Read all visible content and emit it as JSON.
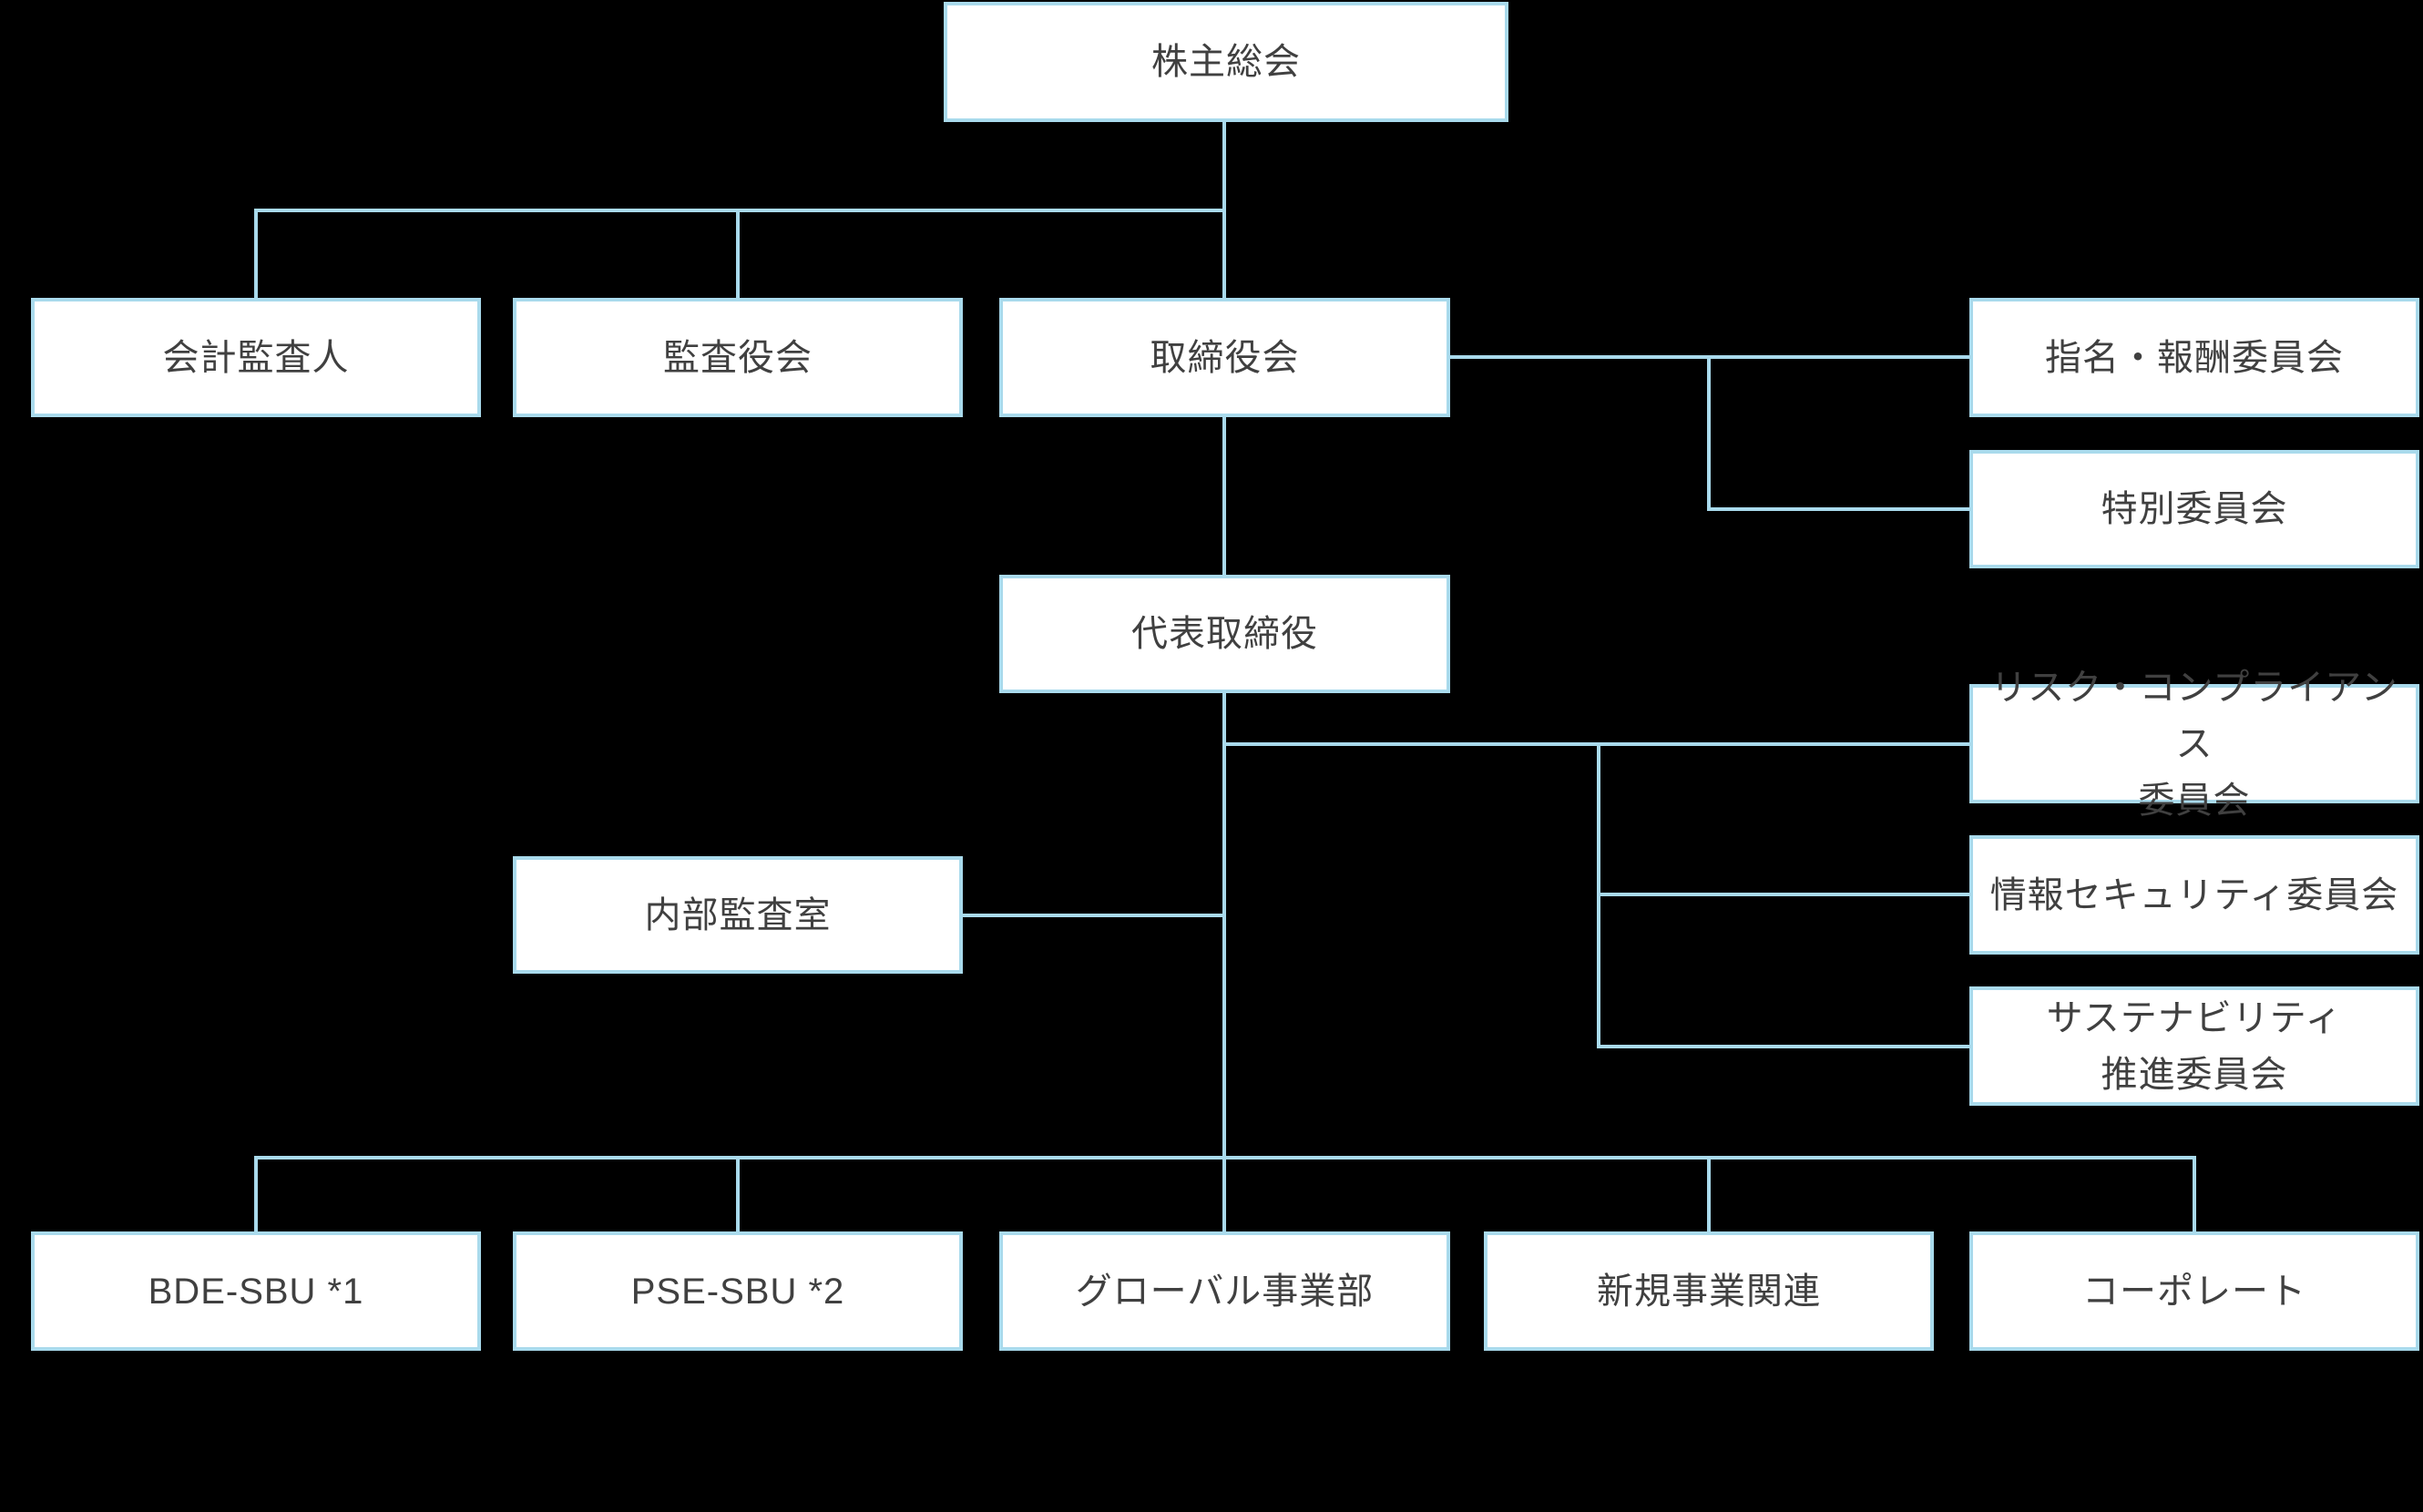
{
  "diagram": {
    "type": "org-chart",
    "colors": {
      "background": "#000000",
      "box_fill": "#ffffff",
      "box_border": "#a9daec",
      "connector_line": "#a9daec",
      "text": "#404040"
    },
    "nodes": {
      "shareholders": {
        "label": "株主総会"
      },
      "accounting_auditor": {
        "label": "会計監査人"
      },
      "audit_board": {
        "label": "監査役会"
      },
      "board_of_directors": {
        "label": "取締役会"
      },
      "nomination_compensation_committee": {
        "label": "指名・報酬委員会"
      },
      "special_committee": {
        "label": "特別委員会"
      },
      "representative_director": {
        "label": "代表取締役"
      },
      "risk_compliance_committee": {
        "label": "リスク・コンプライアンス\n委員会"
      },
      "internal_audit_office": {
        "label": "内部監査室"
      },
      "info_security_committee": {
        "label": "情報セキュリティ委員会"
      },
      "sustainability_committee": {
        "label": "サステナビリティ\n推進委員会"
      },
      "bde_sbu": {
        "label": "BDE-SBU *1"
      },
      "pse_sbu": {
        "label": "PSE-SBU  *2"
      },
      "global_business_division": {
        "label": "グローバル事業部"
      },
      "new_business": {
        "label": "新規事業関連"
      },
      "corporate": {
        "label": "コーポレート"
      }
    }
  }
}
